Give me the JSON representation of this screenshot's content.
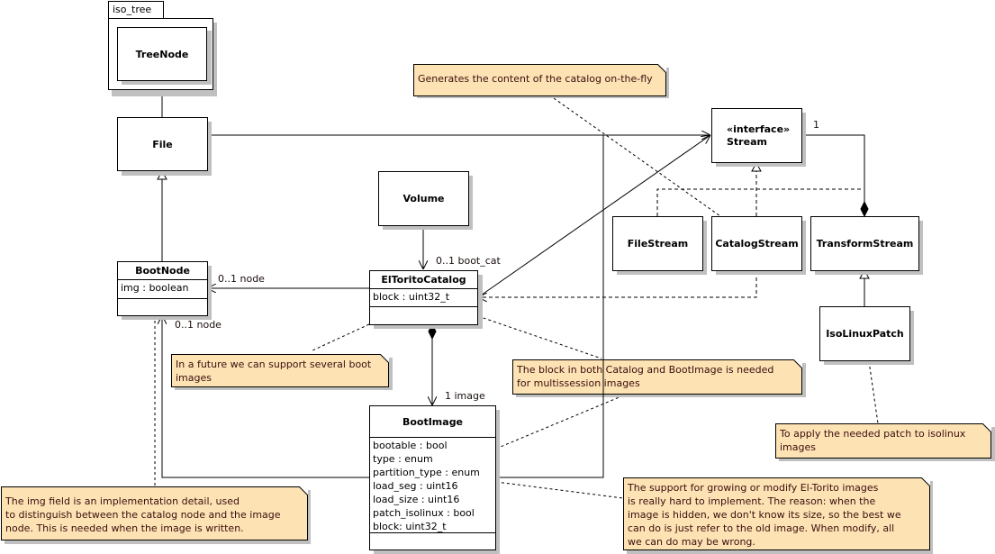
{
  "package": {
    "name": "iso_tree"
  },
  "classes": {
    "treenode": {
      "name": "TreeNode"
    },
    "file": {
      "name": "File"
    },
    "bootnode": {
      "name": "BootNode",
      "attributes": [
        "img : boolean"
      ]
    },
    "volume": {
      "name": "Volume"
    },
    "eltoritocatalog": {
      "name": "ElToritoCatalog",
      "attributes": [
        "block : uint32_t"
      ]
    },
    "bootimage": {
      "name": "BootImage",
      "attributes": [
        "bootable : bool",
        "type : enum",
        "partition_type : enum",
        "load_seg : uint16",
        "load_size : uint16",
        "patch_isolinux : bool",
        "block: uint32_t"
      ]
    },
    "stream": {
      "stereotype": "«interface»",
      "name": "Stream"
    },
    "filestream": {
      "name": "FileStream"
    },
    "catalogstream": {
      "name": "CatalogStream"
    },
    "transformstream": {
      "name": "TransformStream"
    },
    "isolinuxpatch": {
      "name": "IsoLinuxPatch"
    }
  },
  "labels": {
    "bootcat": "0..1 boot_cat",
    "node1": "0..1 node",
    "node2": "0..1 node",
    "image": "1 image",
    "stream_mult": "1"
  },
  "notes": {
    "onthefly": [
      "Generates the content of the catalog on-the-fly"
    ],
    "future": [
      "In a future we can support several boot",
      "images"
    ],
    "block": [
      "The block in both Catalog and BootImage is needed",
      "for multissession images"
    ],
    "isolinux": [
      "To apply the needed patch to isolinux",
      "images"
    ],
    "img": [
      "The img field is an implementation detail, used",
      "to distinguish between the catalog node and the image",
      "node. This is needed when the image is written."
    ],
    "support": [
      "The support for growing or modify El-Torito images",
      "is really hard to implement. The reason: when the",
      "image is hidden, we don't know its size, so the best we",
      "can do is just refer to the old image. When modify, all",
      "we can do may be wrong."
    ]
  },
  "colors": {
    "note_fill": "#fde3b4",
    "shadow": "#c0c0c0",
    "line": "#000000"
  }
}
